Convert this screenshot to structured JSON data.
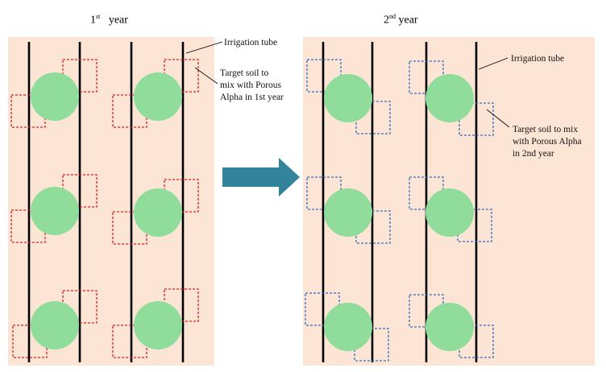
{
  "year1": {
    "title_num": "1",
    "title_sup": "st",
    "title_word": "year",
    "tube_label": "Irrigation tube",
    "target_label_lines": [
      "Target soil to",
      "mix with Porous",
      "Alpha in 1st year"
    ]
  },
  "year2": {
    "title_num": "2",
    "title_sup": "nd",
    "title_word": "year",
    "tube_label": "Irrigation tube",
    "target_label_lines": [
      "Target soil to mix",
      "with Porous Alpha",
      "in 2nd year"
    ]
  },
  "colors": {
    "field": "#fde5d6",
    "plant": "#8fdc9b",
    "tube": "#000000",
    "year1_box": "#e02020",
    "year2_box": "#2f6fbf",
    "arrow": "#31849b"
  }
}
